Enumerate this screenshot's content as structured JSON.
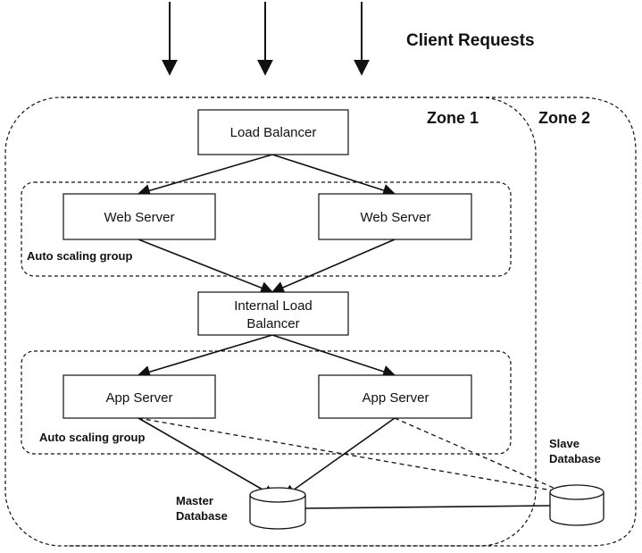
{
  "header": {
    "title": "Client Requests"
  },
  "zones": {
    "zone1": "Zone 1",
    "zone2": "Zone 2"
  },
  "groups": {
    "web_group": "Auto scaling group",
    "app_group": "Auto scaling group"
  },
  "nodes": {
    "load_balancer": "Load Balancer",
    "web_server_left": "Web Server",
    "web_server_right": "Web Server",
    "internal_lb_line1": "Internal Load",
    "internal_lb_line2": "Balancer",
    "app_server_left": "App Server",
    "app_server_right": "App Server"
  },
  "databases": {
    "master_line1": "Master",
    "master_line2": "Database",
    "slave_line1": "Slave",
    "slave_line2": "Database"
  },
  "colors": {
    "stroke": "#111111",
    "background": "#ffffff"
  }
}
